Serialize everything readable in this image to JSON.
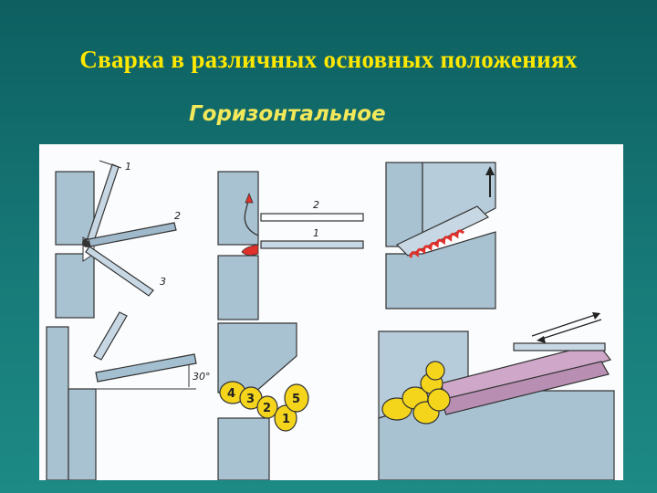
{
  "slide": {
    "title": "Сварка в различных основных положениях",
    "subtitle": "Горизонтальное"
  },
  "figure": {
    "panel_top_left": {
      "labels": [
        "1",
        "2",
        "3"
      ]
    },
    "panel_top_middle": {
      "labels": [
        "2",
        "1"
      ]
    },
    "panel_bottom_left": {
      "angle_label": "30°"
    },
    "panel_bottom_middle": {
      "bead_numbers": [
        "4",
        "3",
        "2",
        "1",
        "5"
      ]
    },
    "colors": {
      "plate": "#a9c2d2",
      "rod": "#c7d8e4",
      "weld_red": "#e0302a",
      "bead_yellow": "#f4d51c",
      "electrode_pink": "#cfa7c9"
    }
  }
}
